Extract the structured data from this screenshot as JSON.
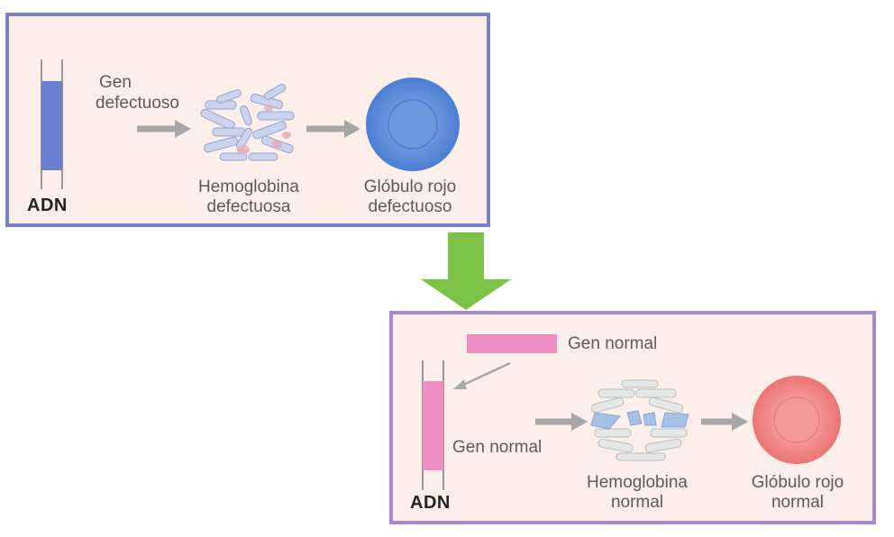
{
  "top_panel": {
    "dna_label": "ADN",
    "gene_label_line1": "Gen",
    "gene_label_line2": "defectuoso",
    "hemoglobin_label_line1": "Hemoglobina",
    "hemoglobin_label_line2": "defectuosa",
    "cell_label_line1": "Glóbulo rojo",
    "cell_label_line2": "defectuoso",
    "gene_color": "#6b7fce",
    "cell_color": "#5b8ad6"
  },
  "bottom_panel": {
    "dna_label": "ADN",
    "inserted_gene_label": "Gen normal",
    "dna_gene_label": "Gen normal",
    "hemoglobin_label_line1": "Hemoglobina",
    "hemoglobin_label_line2": "normal",
    "cell_label_line1": "Glóbulo rojo",
    "cell_label_line2": "normal",
    "gene_color": "#ee8fc3",
    "cell_color": "#ef7b7b"
  },
  "colors": {
    "transition_arrow": "#7cc247",
    "flow_arrow": "#a7a7a7"
  }
}
